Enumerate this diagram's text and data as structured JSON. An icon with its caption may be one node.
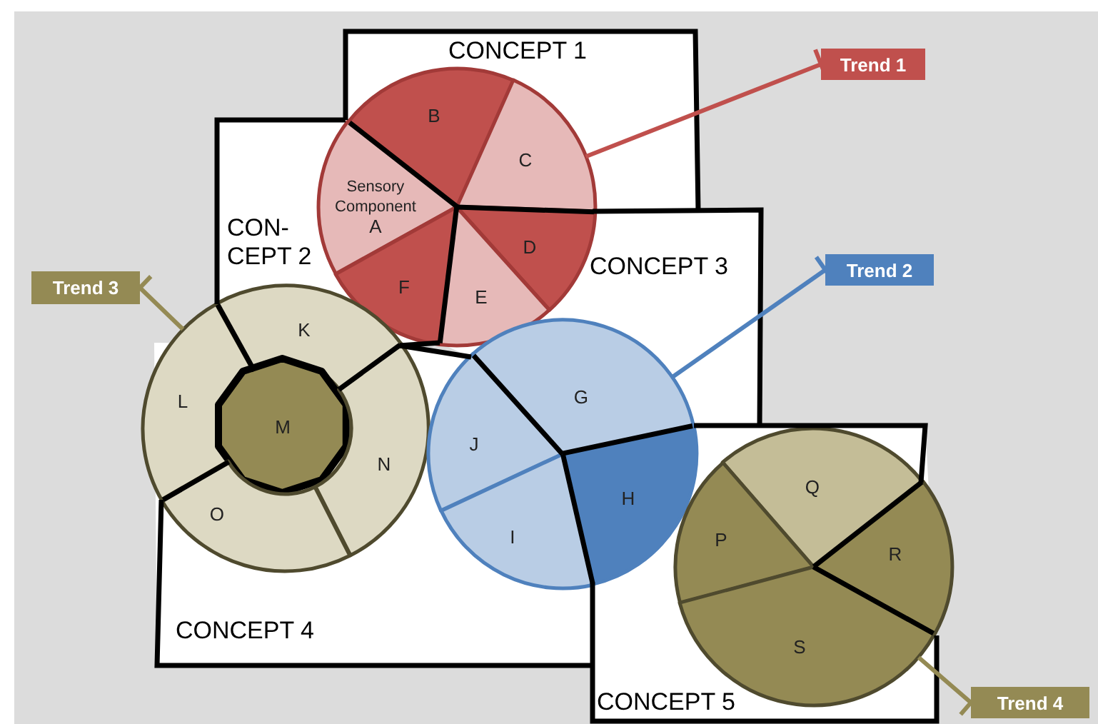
{
  "diagram": {
    "nodes": [
      {
        "text": [
          "CONCEPT 1"
        ]
      },
      {
        "text": [
          "CON- CEPT 2"
        ]
      },
      {
        "text": [
          "CONCEPT 3"
        ]
      },
      {
        "text": [
          "CONCEPT 4"
        ]
      },
      {
        "text": [
          "CONCEPT 5"
        ]
      },
      {
        "text": [],
        "shape": "circle"
      },
      {
        "text": [
          "B"
        ],
        "in": 5
      },
      {
        "text": [
          "C"
        ],
        "in": 5
      },
      {
        "text": [
          "Sensory Component",
          "A"
        ],
        "in": 5
      },
      {
        "text": [
          "D"
        ],
        "in": 5
      },
      {
        "text": [
          "F"
        ],
        "in": 5
      },
      {
        "text": [
          "E"
        ],
        "in": 5
      },
      {
        "text": [],
        "shape": "circle"
      },
      {
        "text": [
          "K"
        ],
        "in": 12
      },
      {
        "text": [
          "L"
        ],
        "in": 12
      },
      {
        "text": [
          "M"
        ],
        "in": 12
      },
      {
        "text": [
          "N"
        ],
        "in": 12
      },
      {
        "text": [
          "O"
        ],
        "in": 12
      },
      {
        "text": [],
        "shape": "circle"
      },
      {
        "text": [
          "G"
        ],
        "in": 18
      },
      {
        "text": [
          "J"
        ],
        "in": 18
      },
      {
        "text": [
          "H"
        ],
        "in": 18
      },
      {
        "text": [
          "I"
        ],
        "in": 18
      },
      {
        "text": [],
        "shape": "circle"
      },
      {
        "text": [
          "Q"
        ],
        "in": 23
      },
      {
        "text": [
          "P"
        ],
        "in": 23
      },
      {
        "text": [
          "R"
        ],
        "in": 23
      },
      {
        "text": [
          "S"
        ],
        "in": 23
      },
      {
        "text": [
          "Trend 1"
        ]
      },
      {
        "text": [
          "Trend 2"
        ]
      },
      {
        "text": [
          "Trend 3"
        ]
      },
      {
        "text": [
          "Trend 4"
        ]
      }
    ],
    "edges": [
      {
        "from": 28,
        "to": 5,
        "arrow": "other",
        "color": "#c0504d"
      },
      {
        "from": 29,
        "to": 18,
        "arrow": "other",
        "color": "#4f81bd"
      },
      {
        "from": 30,
        "to": 12,
        "arrow": "other",
        "color": "#948a54"
      },
      {
        "from": 31,
        "to": 23,
        "arrow": "other",
        "color": "#948a54"
      }
    ]
  }
}
